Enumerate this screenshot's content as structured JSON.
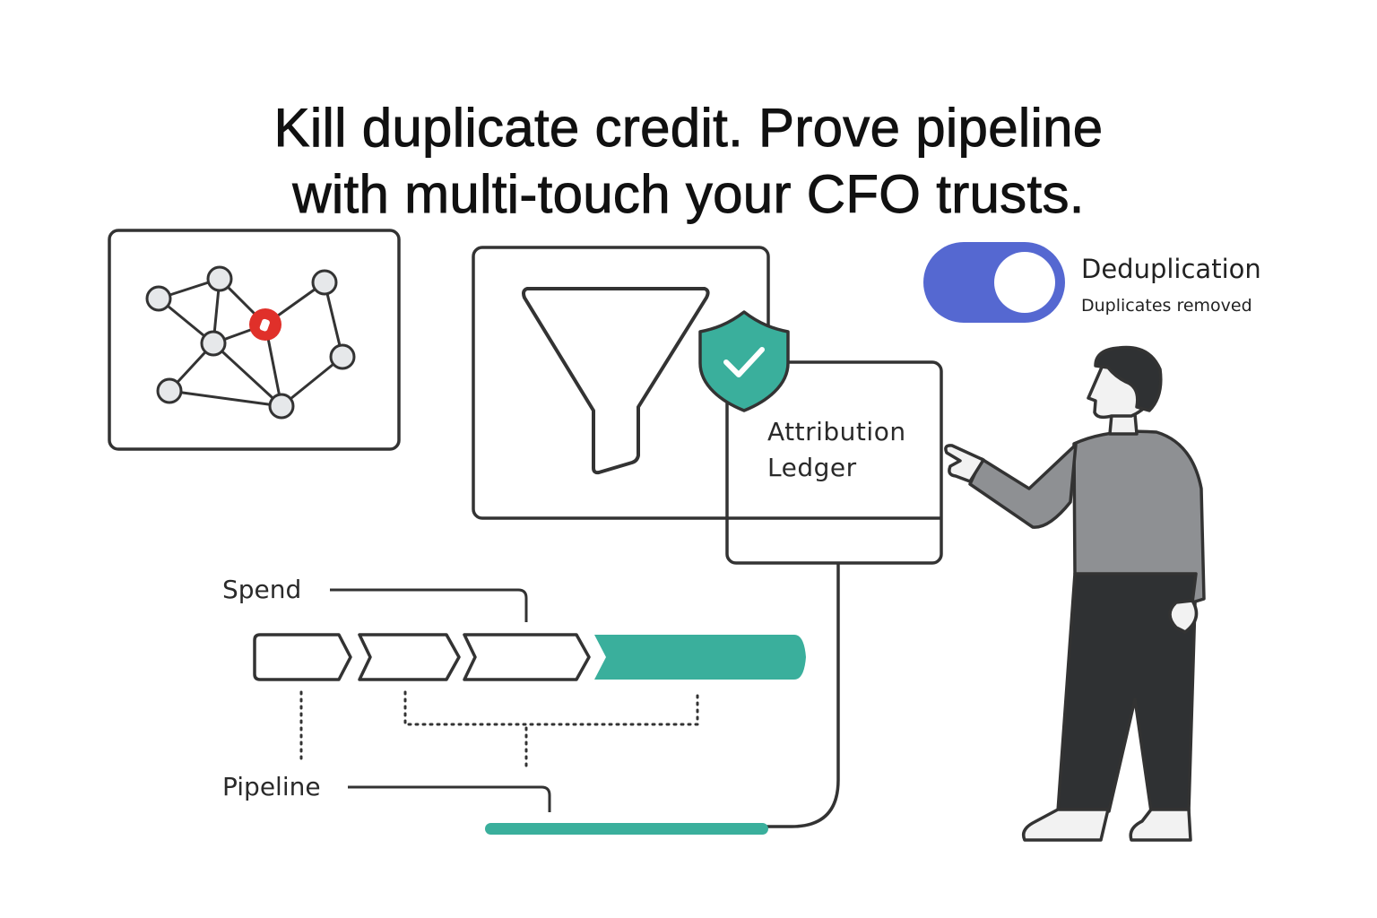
{
  "headline": {
    "line1": "Kill duplicate credit. Prove pipeline",
    "line2": "with multi-touch your CFO trusts."
  },
  "ledger": {
    "title_line1": "Attribution",
    "title_line2": "Ledger"
  },
  "flow": {
    "spend_label": "Spend",
    "pipeline_label": "Pipeline"
  },
  "dedup": {
    "title": "Deduplication",
    "status": "Duplicates removed",
    "enabled": true
  },
  "icons": {
    "network": "network-graph-icon",
    "funnel": "funnel-icon",
    "shield": "shield-check-icon"
  },
  "colors": {
    "accent_teal": "#3aaf9c",
    "toggle_blue": "#5568d1",
    "alert_red": "#e0302a",
    "outline": "#333333",
    "shirt_gray": "#8e9093",
    "pants_dark": "#2f3133"
  }
}
